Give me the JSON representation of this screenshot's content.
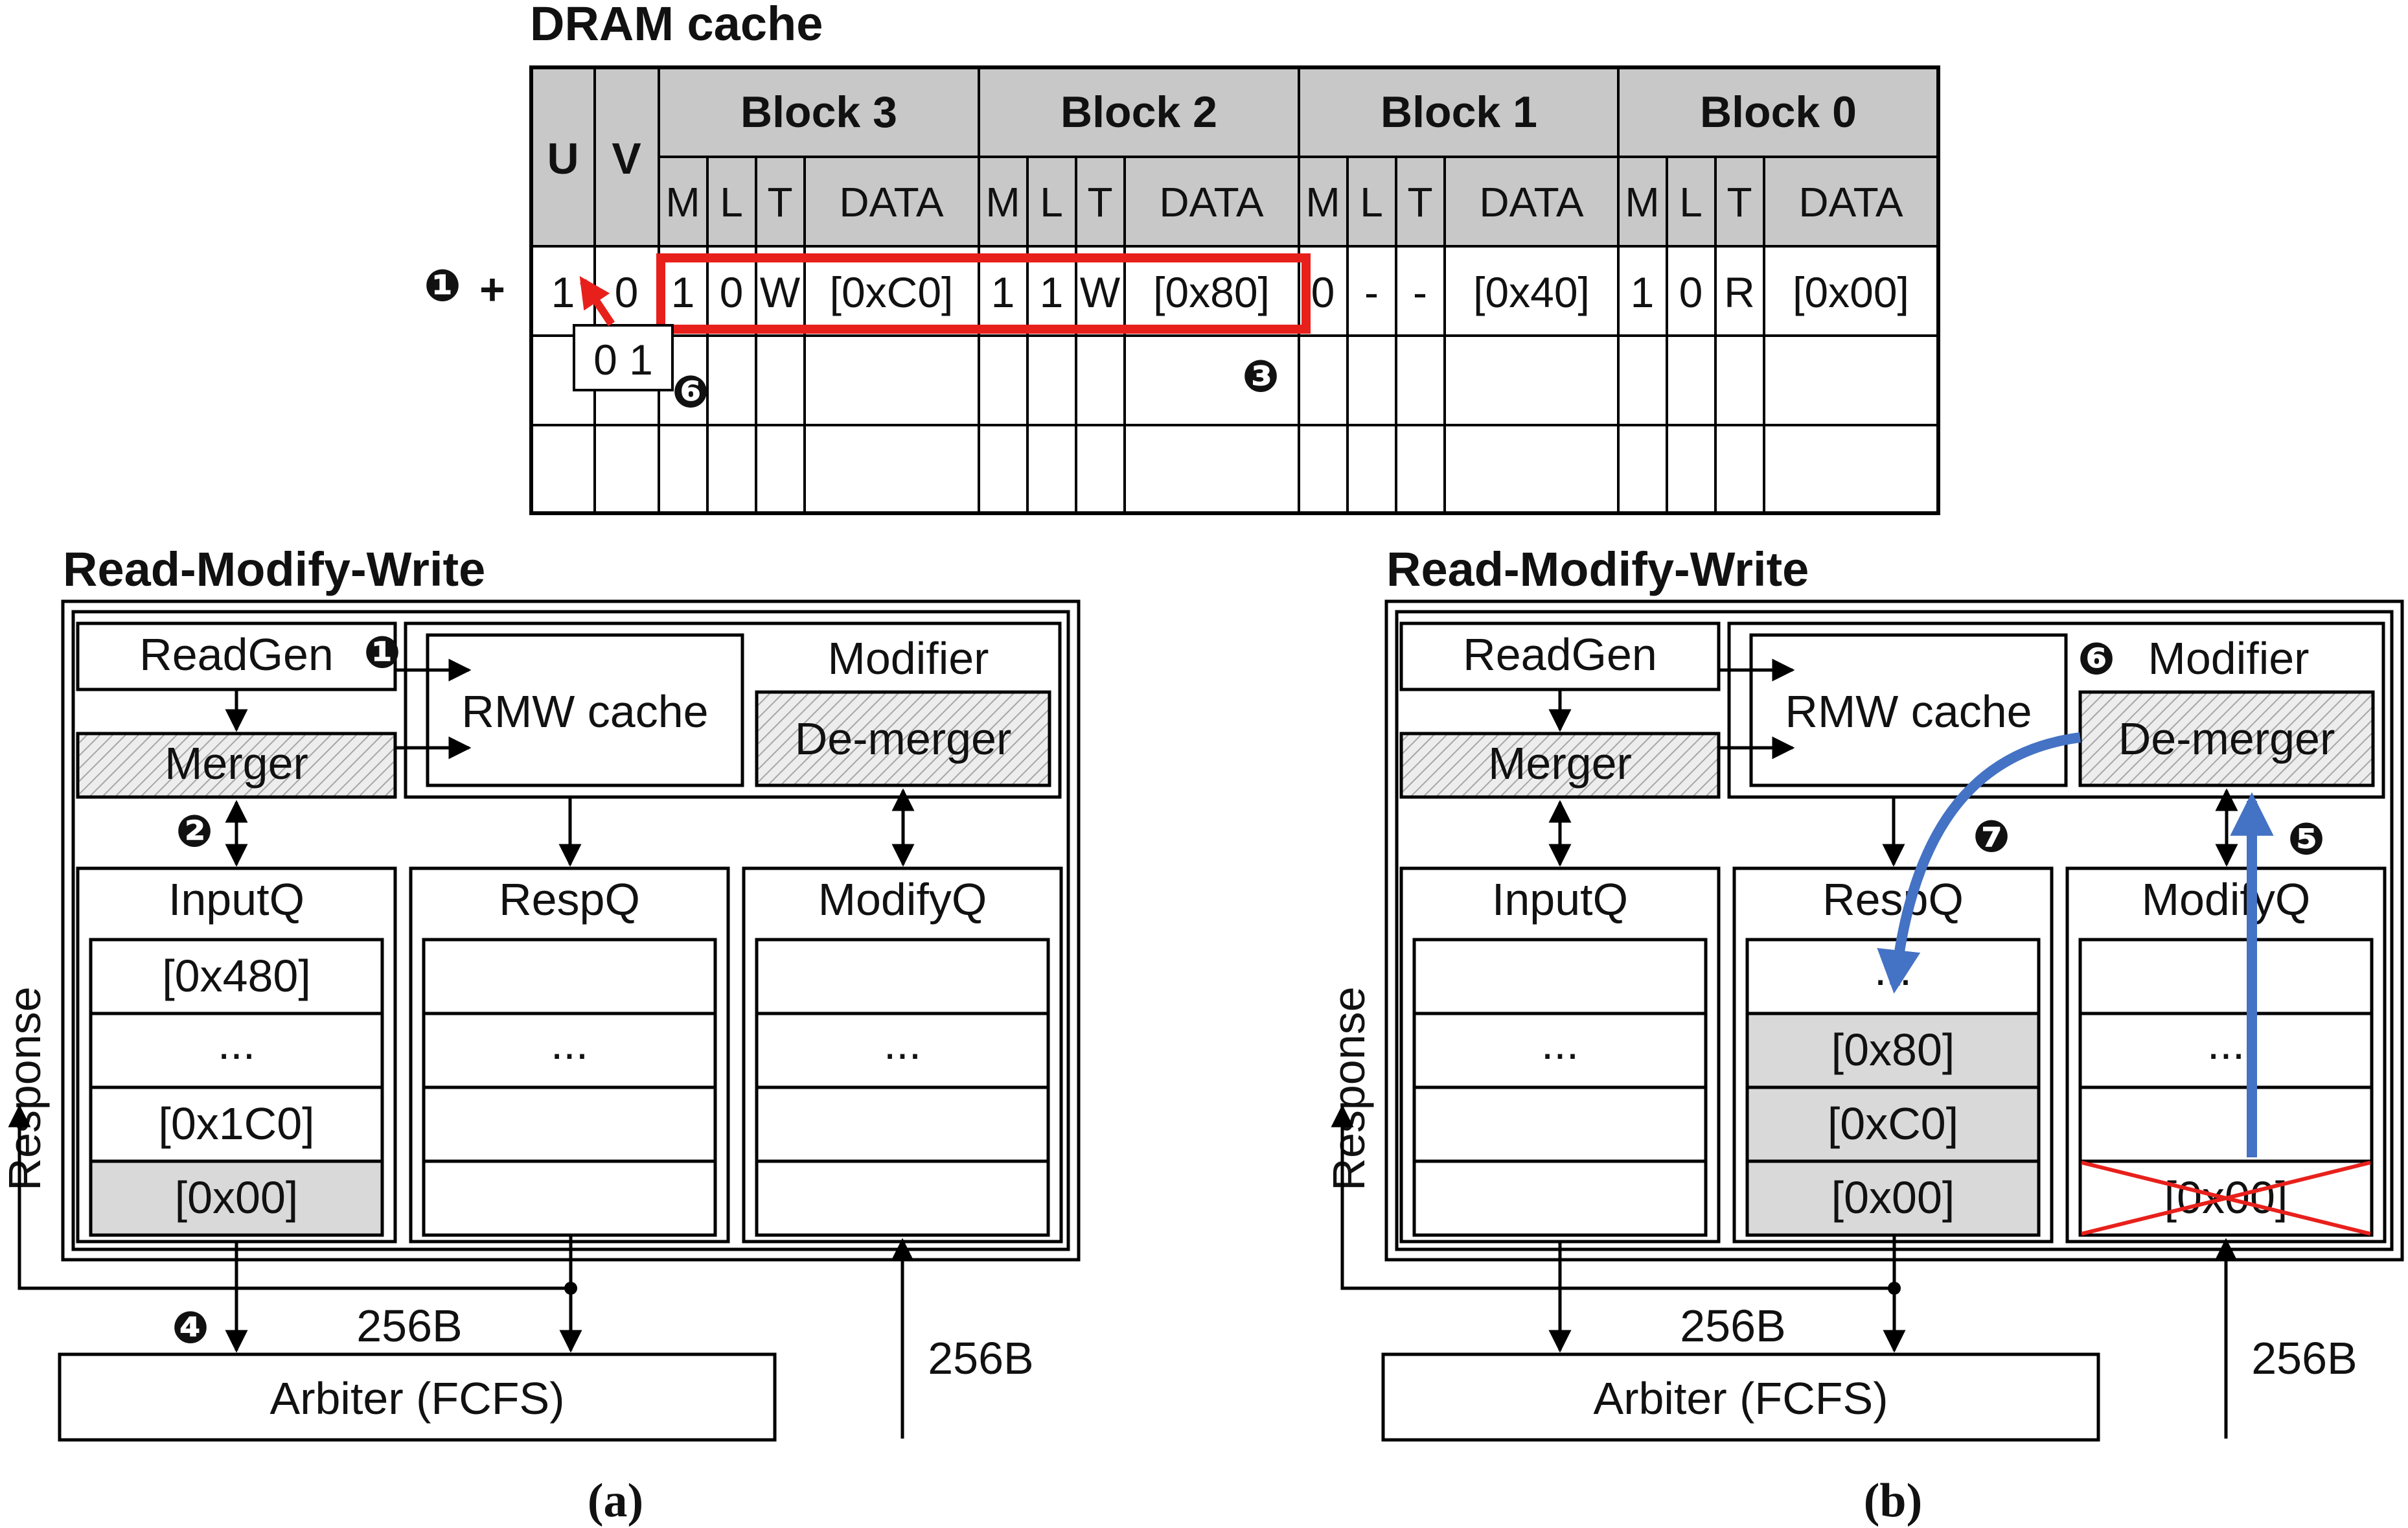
{
  "dram": {
    "title": "DRAM cache",
    "col_u": "U",
    "col_v": "V",
    "blocks": [
      "Block 3",
      "Block 2",
      "Block 1",
      "Block 0"
    ],
    "subheaders": [
      "M",
      "L",
      "T",
      "DATA"
    ],
    "row": {
      "u": "1",
      "v": "0",
      "blocks": [
        [
          "1",
          "0",
          "W",
          "[0xC0]"
        ],
        [
          "1",
          "1",
          "W",
          "[0x80]"
        ],
        [
          "0",
          "-",
          "-",
          "[0x40]"
        ],
        [
          "1",
          "0",
          "R",
          "[0x00]"
        ]
      ]
    },
    "uv_update": "0 1",
    "step1_plus": "+"
  },
  "steps": {
    "s1": "❶",
    "s2": "❷",
    "s3": "❸",
    "s4": "❹",
    "s5": "❺",
    "s6": "❻",
    "s7": "❼"
  },
  "panel_a": {
    "title": "Read-Modify-Write",
    "readgen": "ReadGen",
    "merger": "Merger",
    "rmw_cache": "RMW cache",
    "modifier": "Modifier",
    "demerger": "De-merger",
    "inputq": "InputQ",
    "respq": "RespQ",
    "modifyq": "ModifyQ",
    "inputq_rows": [
      "[0x480]",
      "...",
      "[0x1C0]",
      "[0x00]"
    ],
    "respq_rows": [
      "",
      "...",
      "",
      ""
    ],
    "modifyq_rows": [
      "",
      "...",
      "",
      ""
    ],
    "response": "Response",
    "bw_left": "256B",
    "bw_right": "256B",
    "arbiter": "Arbiter (FCFS)",
    "caption": "(a)"
  },
  "panel_b": {
    "title": "Read-Modify-Write",
    "readgen": "ReadGen",
    "merger": "Merger",
    "rmw_cache": "RMW cache",
    "modifier": "Modifier",
    "demerger": "De-merger",
    "inputq": "InputQ",
    "respq": "RespQ",
    "modifyq": "ModifyQ",
    "inputq_rows": [
      "",
      "...",
      "",
      ""
    ],
    "respq_rows": [
      "...",
      "[0x80]",
      "[0xC0]",
      "[0x00]"
    ],
    "modifyq_rows": [
      "",
      "...",
      "",
      "[0x00]"
    ],
    "response": "Response",
    "bw_left": "256B",
    "bw_right": "256B",
    "arbiter": "Arbiter (FCFS)",
    "caption": "(b)"
  },
  "colors": {
    "highlight_red": "#e8201c",
    "arrow_blue": "#4472c4",
    "filled_cell": "#d9d9d9",
    "header_gray": "#c8c8c8"
  }
}
